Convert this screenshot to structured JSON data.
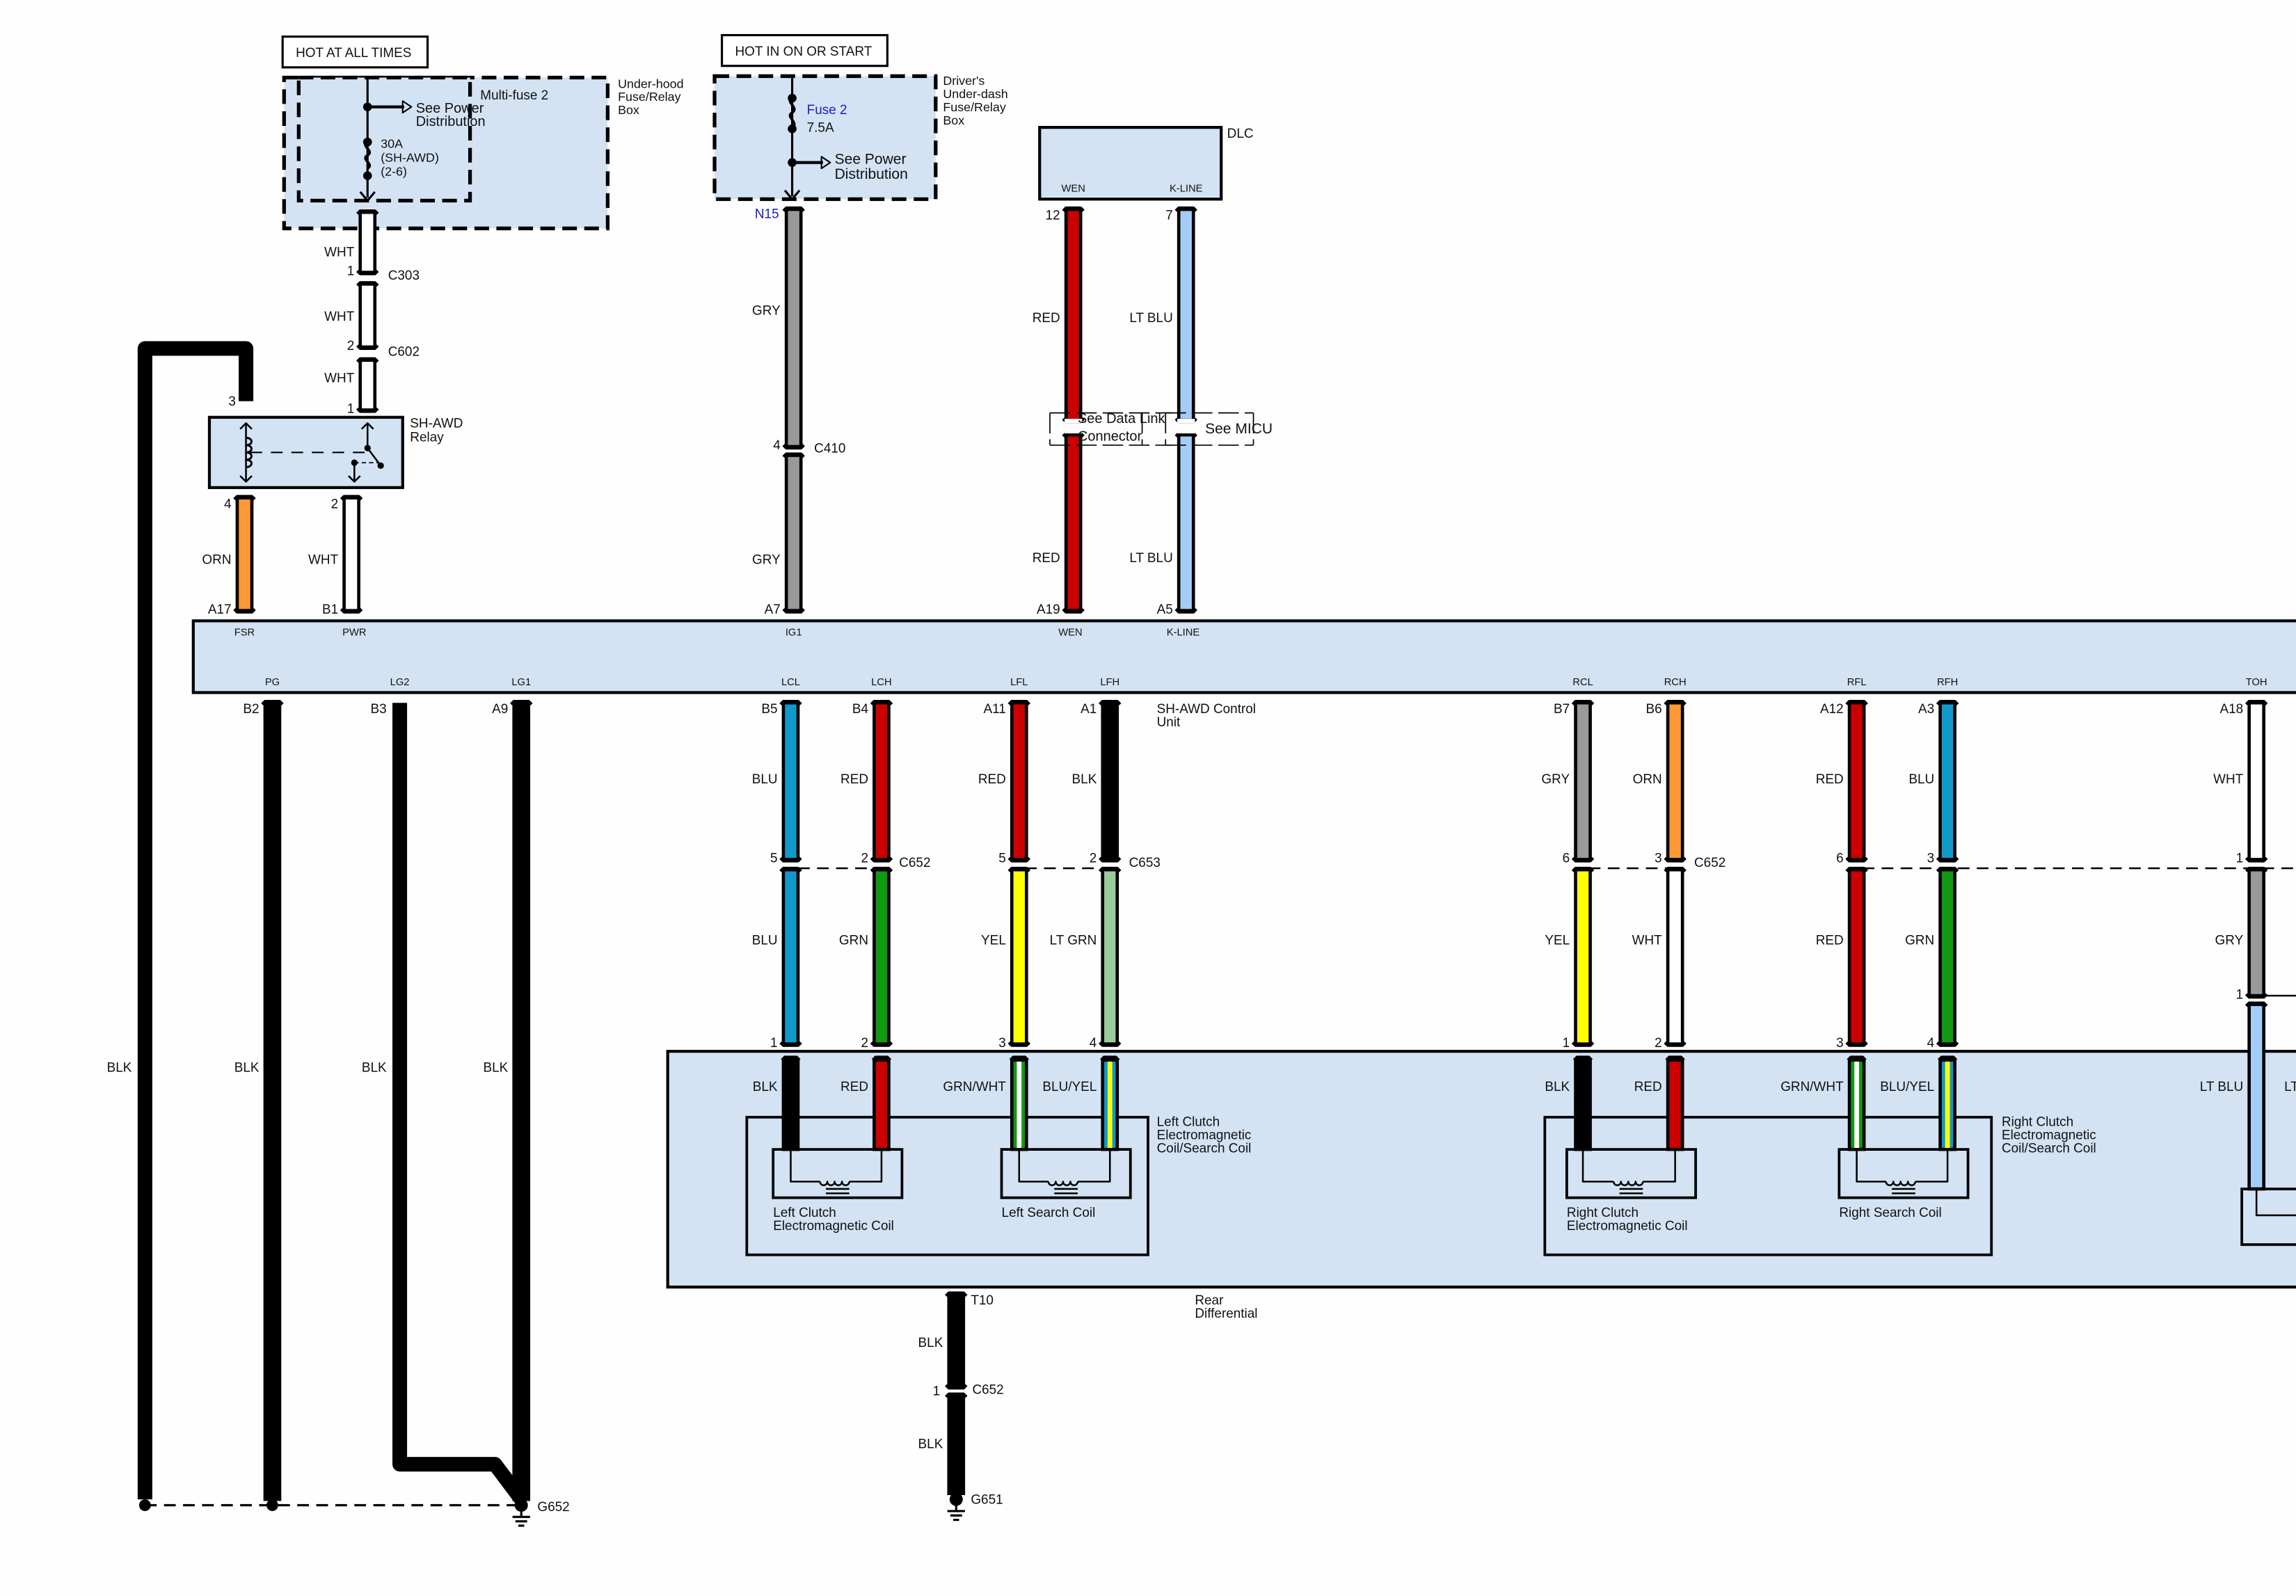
{
  "header_boxes": {
    "hot_at_all_times": "HOT AT ALL TIMES",
    "hot_in_on_or_start": "HOT IN ON OR START"
  },
  "underhood": {
    "name_lines": [
      "Under-hood",
      "Fuse/Relay",
      "Box"
    ],
    "multifuse": "Multi-fuse 2",
    "see_power": [
      "See Power",
      "Distribution"
    ],
    "fuse_lines": [
      "30A",
      "(SH-AWD)",
      "(2-6)"
    ]
  },
  "underdash": {
    "name_lines": [
      "Driver's",
      "Under-dash",
      "Fuse/Relay",
      "Box"
    ],
    "fuse_name": "Fuse 2",
    "fuse_rating": "7.5A",
    "see_power": [
      "See Power",
      "Distribution"
    ],
    "terminal": "N15"
  },
  "dlc": {
    "name": "DLC",
    "wen": "WEN",
    "kline": "K-LINE",
    "see_dlc": [
      "See Data Link",
      "Connector"
    ],
    "see_micu": "See MICU"
  },
  "relay": {
    "name_lines": [
      "SH-AWD",
      "Relay"
    ],
    "pin3": "3"
  },
  "connectors": {
    "c303": "C303",
    "c602": "C602",
    "c410": "C410",
    "c652": "C652",
    "c653": "C653",
    "c652_t10": "C652",
    "c652_pin": "1",
    "t10": "T10"
  },
  "control_unit": {
    "name_lines": [
      "SH-AWD Control",
      "Unit"
    ],
    "top_terminals": [
      "FSR",
      "PWR",
      "IG1",
      "WEN",
      "K-LINE"
    ],
    "bottom_terminals": [
      "PG",
      "LG2",
      "LG1",
      "LCL",
      "LCH",
      "LFL",
      "LFH",
      "RCL",
      "RCH",
      "RFL",
      "RFH",
      "TOH"
    ]
  },
  "rear_diff": {
    "name_lines": [
      "Rear",
      "Differential"
    ],
    "left_group": [
      "Left Clutch",
      "Electromagnetic",
      "Coil/Search Coil"
    ],
    "right_group": [
      "Right Clutch",
      "Electromagnetic",
      "Coil/Search Coil"
    ],
    "left_clutch_coil": [
      "Left Clutch",
      "Electromagnetic Coil"
    ],
    "left_search_coil": [
      "Left Search Coil"
    ],
    "right_clutch_coil": [
      "Right Clutch",
      "Electromagnetic Coil"
    ],
    "right_search_coil": [
      "Right Search Coil"
    ]
  },
  "grounds": {
    "g652": "G652",
    "g651": "G651"
  },
  "colors": {
    "box_fill": "#d3e3f4",
    "fuse_blue": "#1a1acc"
  },
  "wires": [
    {
      "label": "WHT",
      "hex": "#ffffff",
      "pin_bottom": "1"
    },
    {
      "label": "WHT",
      "hex": "#ffffff",
      "pin_bottom": "2"
    },
    {
      "label": "WHT",
      "hex": "#ffffff",
      "pin_bottom": "1"
    },
    {
      "label": "ORN",
      "hex": "#ff9933",
      "pin_top": "4",
      "pin_bottom": "A17"
    },
    {
      "label": "WHT",
      "hex": "#ffffff",
      "pin_top": "2",
      "pin_bottom": "B1"
    },
    {
      "label": "GRY",
      "hex": "#999999",
      "pin_bottom": "4"
    },
    {
      "label": "GRY",
      "hex": "#999999",
      "pin_bottom": "A7"
    },
    {
      "label": "RED",
      "hex": "#cc0000",
      "pin_top": "12"
    },
    {
      "label": "RED",
      "hex": "#cc0000",
      "pin_bottom": "A19"
    },
    {
      "label": "LT BLU",
      "hex": "#a3cdf7",
      "pin_top": "7"
    },
    {
      "label": "LT BLU",
      "hex": "#a3cdf7",
      "pin_bottom": "A5"
    },
    {
      "label": "BLK",
      "hex": "#000000"
    },
    {
      "label": "BLK",
      "hex": "#000000",
      "pin_top": "B2"
    },
    {
      "label": "BLK",
      "hex": "#000000",
      "pin_top": "B3"
    },
    {
      "label": "BLK",
      "hex": "#000000",
      "pin_top": "A9"
    },
    {
      "label": "BLU",
      "hex": "#1199cc",
      "pin_top": "B5",
      "pin_bottom": "5"
    },
    {
      "label": "BLU",
      "hex": "#1199cc",
      "pin_bottom": "1"
    },
    {
      "label": "RED",
      "hex": "#cc0000",
      "pin_top": "B4",
      "pin_bottom": "2"
    },
    {
      "label": "GRN",
      "hex": "#119911",
      "pin_bottom": "2"
    },
    {
      "label": "RED",
      "hex": "#cc0000",
      "pin_top": "A11",
      "pin_bottom": "5"
    },
    {
      "label": "YEL",
      "hex": "#ffff00",
      "pin_bottom": "3"
    },
    {
      "label": "BLK",
      "hex": "#000000",
      "pin_top": "A1",
      "pin_bottom": "2"
    },
    {
      "label": "LT GRN",
      "hex": "#99cc99",
      "pin_bottom": "4"
    },
    {
      "label": "GRY",
      "hex": "#999999",
      "pin_top": "B7",
      "pin_bottom": "6"
    },
    {
      "label": "YEL",
      "hex": "#ffff00",
      "pin_bottom": "1"
    },
    {
      "label": "ORN",
      "hex": "#ff9933",
      "pin_top": "B6",
      "pin_bottom": "3"
    },
    {
      "label": "WHT",
      "hex": "#ffffff",
      "pin_bottom": "2"
    },
    {
      "label": "RED",
      "hex": "#cc0000",
      "pin_top": "A12",
      "pin_bottom": "6"
    },
    {
      "label": "RED",
      "hex": "#cc0000",
      "pin_bottom": "3"
    },
    {
      "label": "BLU",
      "hex": "#1199cc",
      "pin_top": "A3",
      "pin_bottom": "3"
    },
    {
      "label": "GRN",
      "hex": "#119911",
      "pin_bottom": "4"
    },
    {
      "label": "WHT",
      "hex": "#ffffff",
      "pin_top": "A18",
      "pin_bottom": "1"
    },
    {
      "label": "GRY",
      "hex": "#999999",
      "pin_bottom": "1"
    },
    {
      "label": "LT BLU",
      "hex": "#a3cdf7"
    },
    {
      "label": "BLK",
      "hex": "#000000"
    },
    {
      "label": "RED",
      "hex": "#cc0000"
    },
    {
      "label": "GRN/WHT",
      "hex": "#119911",
      "stripe": "#ffffff"
    },
    {
      "label": "BLU/YEL",
      "hex": "#1199cc",
      "stripe": "#ffff00"
    },
    {
      "label": "BLK",
      "hex": "#000000"
    },
    {
      "label": "RED",
      "hex": "#cc0000"
    },
    {
      "label": "GRN/WHT",
      "hex": "#119911",
      "stripe": "#ffffff"
    },
    {
      "label": "BLU/YEL",
      "hex": "#1199cc",
      "stripe": "#ffff00"
    },
    {
      "label": "LT"
    },
    {
      "label": "BLK",
      "hex": "#000000"
    },
    {
      "label": "BLK",
      "hex": "#000000"
    }
  ]
}
